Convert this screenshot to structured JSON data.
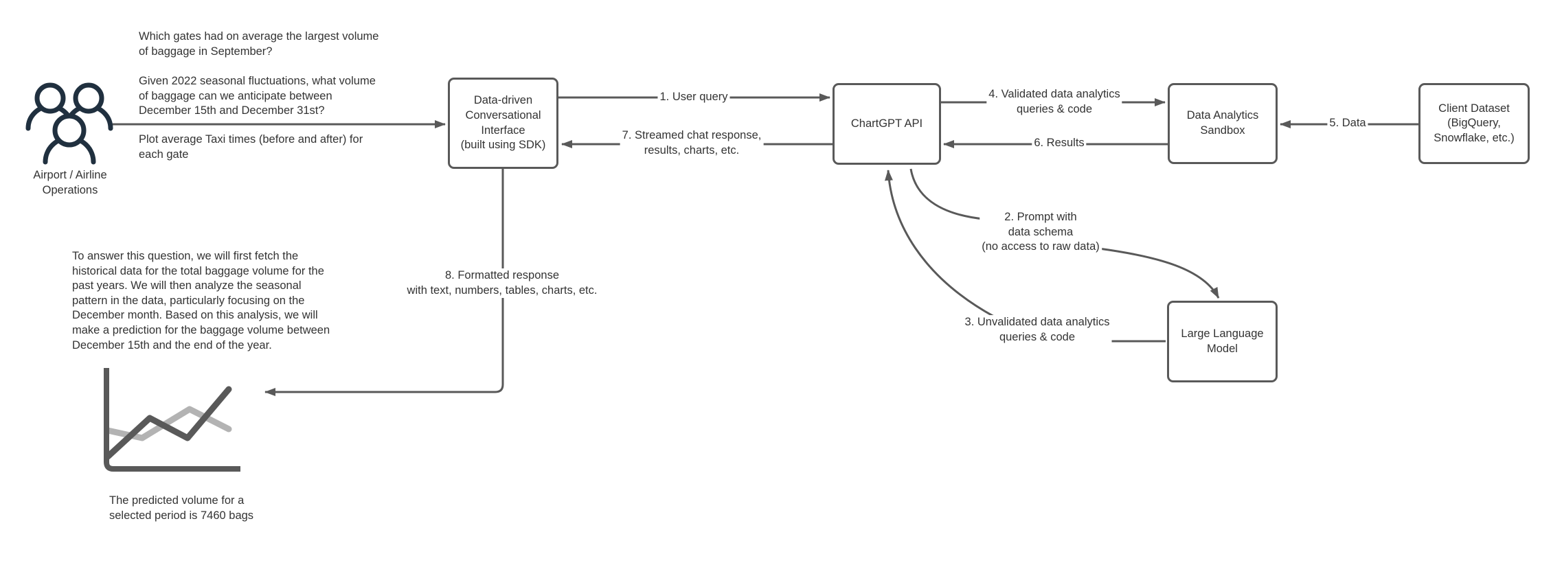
{
  "diagram": {
    "actor": {
      "label": [
        "Airport / Airline",
        "Operations"
      ]
    },
    "questions": {
      "q1": [
        "Which gates had on average the largest volume",
        "of baggage in September?"
      ],
      "q2": [
        "Given 2022 seasonal fluctuations, what volume",
        "of baggage can we anticipate between",
        "December 15th and December 31st?"
      ],
      "q3": [
        "Plot average Taxi times (before and after) for",
        "each gate"
      ]
    },
    "boxes": {
      "interface": [
        "Data-driven",
        "Conversational",
        "Interface",
        "(built using SDK)"
      ],
      "chartgpt": [
        "ChartGPT API"
      ],
      "sandbox": [
        "Data Analytics",
        "Sandbox"
      ],
      "client": [
        "Client Dataset",
        "(BigQuery,",
        "Snowflake, etc.)"
      ],
      "llm": [
        "Large Language",
        "Model"
      ]
    },
    "edges": {
      "e1": [
        "1. User query"
      ],
      "e2": [
        "2. Prompt with",
        "data schema",
        "(no access to raw data)"
      ],
      "e3": [
        "3. Unvalidated data analytics",
        "queries & code"
      ],
      "e4": [
        "4. Validated data analytics",
        "queries & code"
      ],
      "e5": [
        "5. Data"
      ],
      "e6": [
        "6. Results"
      ],
      "e7": [
        "7. Streamed chat response,",
        "results, charts, etc."
      ],
      "e8": [
        "8. Formatted response",
        "with text, numbers, tables, charts, etc."
      ]
    },
    "analysis_note": [
      "To answer this question, we will first fetch the",
      "historical data for the total baggage volume for the",
      "past years. We will then analyze the seasonal",
      "pattern in the data, particularly focusing on the",
      "December month. Based on this analysis, we will",
      "make a prediction for the baggage volume between",
      "December 15th and the end of the year."
    ],
    "prediction_note": [
      "The predicted volume for a",
      "selected period is 7460 bags"
    ],
    "colors": {
      "line": "#595959",
      "text": "#333333",
      "people_icon": "#20303f",
      "chart_line_dark": "#595959",
      "chart_line_light": "#b3b3b3",
      "background": "#ffffff"
    }
  }
}
